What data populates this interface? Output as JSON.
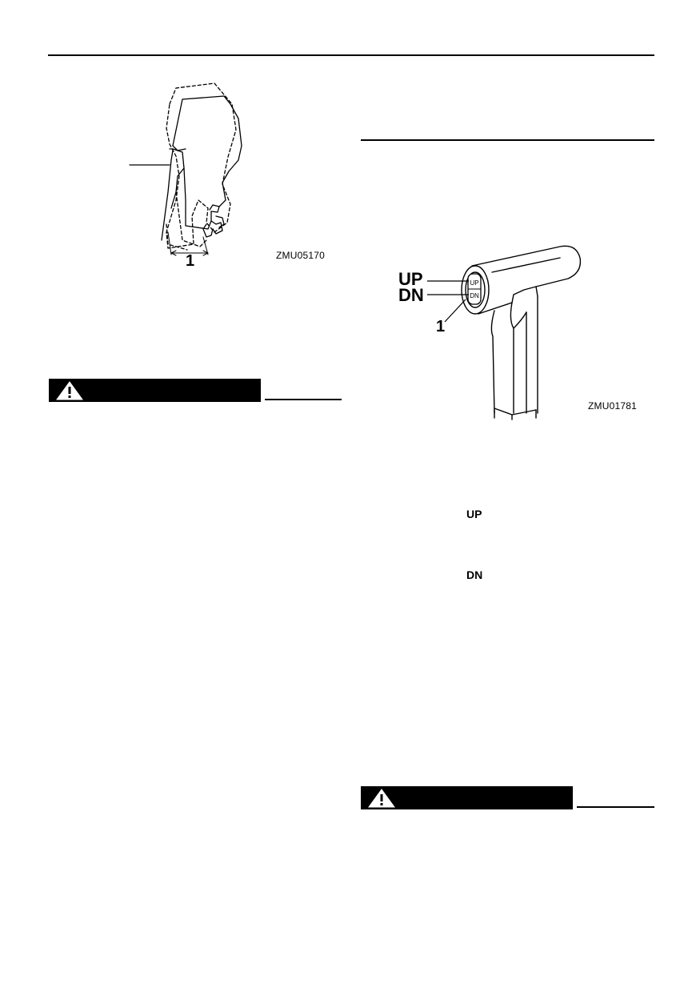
{
  "figure_left": {
    "callout_number": "1",
    "code": "ZMU05170"
  },
  "figure_right": {
    "label_up": "UP",
    "label_dn": "DN",
    "button_up": "UP",
    "button_dn": "DN",
    "callout_number": "1",
    "code": "ZMU01781"
  },
  "body_labels": {
    "up": "UP",
    "dn": "DN"
  },
  "icons": {
    "warning_left": "warning-triangle-icon",
    "warning_right": "warning-triangle-icon"
  }
}
